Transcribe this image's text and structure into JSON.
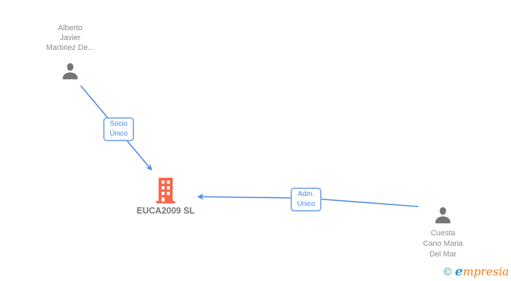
{
  "diagram": {
    "person1": {
      "lines": [
        "Alberto",
        "Javier",
        "Martinez De..."
      ]
    },
    "company": {
      "label": "EUCA2009 SL"
    },
    "person2": {
      "lines": [
        "Cuesta",
        "Cano Maria",
        "Del Mar"
      ]
    },
    "edges": {
      "socio": {
        "lines": [
          "Socio",
          "Único"
        ]
      },
      "adm": {
        "lines": [
          "Adm.",
          "Unico"
        ]
      }
    }
  },
  "footer": {
    "copyright": "©",
    "logo_initial": "e",
    "logo_rest": "mpresia"
  },
  "colors": {
    "edge": "#4a86e8",
    "edge-label-border": "#8ab0ee",
    "edge-label-text": "#4a86e8",
    "person-icon": "#757575",
    "building-icon": "#f9664a",
    "node-text": "#8b8b8b",
    "company-text": "#777777",
    "logo-mark": "#4f8fa3",
    "logo-e": "#2b9cc9",
    "logo-rest": "#ee7d18"
  }
}
